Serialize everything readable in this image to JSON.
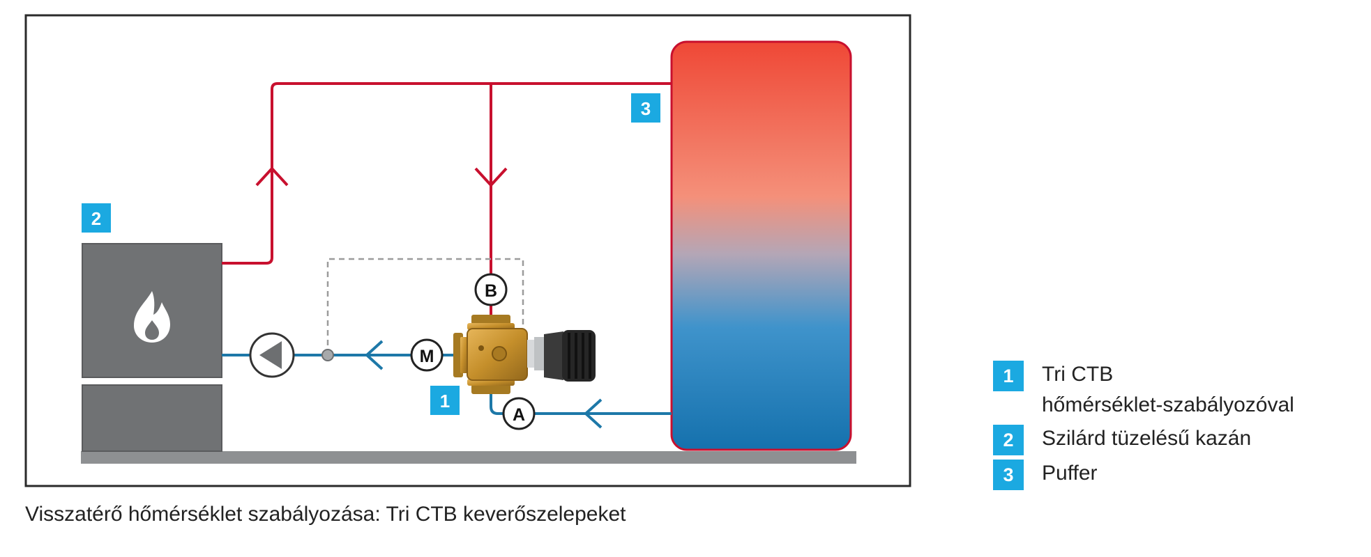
{
  "colors": {
    "hot_pipe": "#c8102e",
    "return_pipe": "#1d78a8",
    "badge": "#1ba9e1",
    "boiler": "#707274",
    "floor": "#8e9092",
    "valve_brass": "#c8952e",
    "actuator": "#262626"
  },
  "icons": {
    "boiler": "flame-icon",
    "pump": "pump-arrow-icon",
    "valve": "three-way-mixing-valve-icon"
  },
  "diagram": {
    "badges": {
      "valve": "1",
      "boiler": "2",
      "buffer": "3"
    },
    "ports": {
      "a": "A",
      "b": "B",
      "m": "M"
    }
  },
  "legend": [
    {
      "number": "1",
      "label_line1": "Tri CTB",
      "label_line2": "hőmérséklet-szabályozóval"
    },
    {
      "number": "2",
      "label_line1": "Szilárd tüzelésű kazán",
      "label_line2": ""
    },
    {
      "number": "3",
      "label_line1": "Puffer",
      "label_line2": ""
    }
  ],
  "caption": "Visszatérő hőmérséklet szabályozása: Tri CTB keverőszelepeket"
}
